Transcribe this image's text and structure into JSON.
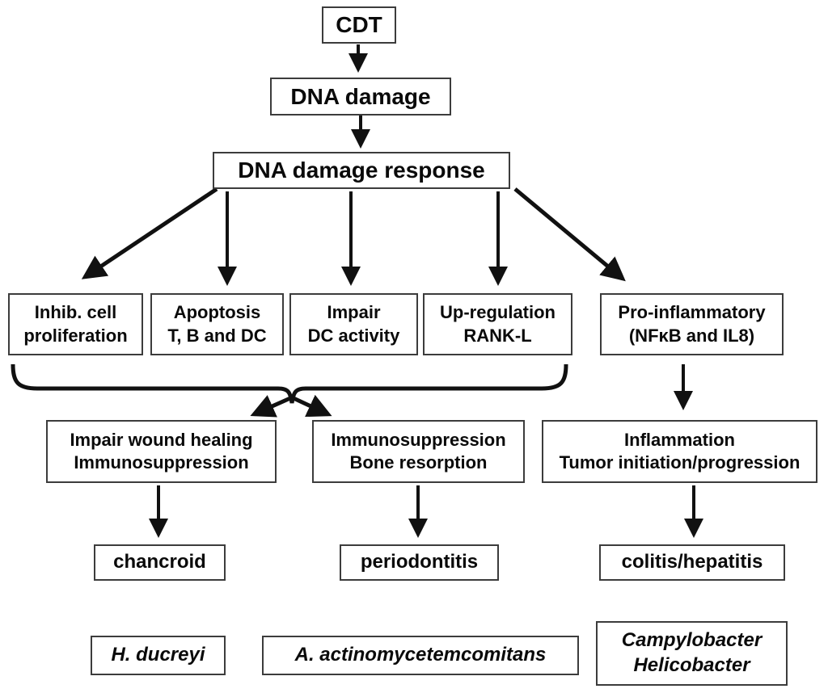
{
  "diagram": {
    "root": {
      "cdt": "CDT",
      "dna_damage": "DNA damage",
      "dna_damage_response": "DNA damage response"
    },
    "effects": {
      "inhib_cell": {
        "line1": "Inhib. cell",
        "line2": "proliferation"
      },
      "apoptosis": {
        "line1": "Apoptosis",
        "line2": "T, B and DC"
      },
      "impair_dc": {
        "line1": "Impair",
        "line2": "DC activity"
      },
      "upregulation": {
        "line1": "Up-regulation",
        "line2": "RANK-L"
      },
      "pro_inflammatory": {
        "line1": "Pro-inflammatory",
        "line2": "(NFκB and IL8)"
      }
    },
    "outcomes": {
      "impair_wound": {
        "line1": "Impair wound healing",
        "line2": "Immunosuppression"
      },
      "immunosuppression": {
        "line1": "Immunosuppression",
        "line2": "Bone resorption"
      },
      "inflammation": {
        "line1": "Inflammation",
        "line2": "Tumor initiation/progression"
      }
    },
    "diseases": {
      "chancroid": "chancroid",
      "periodontitis": "periodontitis",
      "colitis": "colitis/hepatitis"
    },
    "organisms": {
      "h_ducreyi": "H. ducreyi",
      "a_actinomycetemcomitans": "A. actinomycetemcomitans",
      "campylobacter": {
        "line1": "Campylobacter",
        "line2": "Helicobacter"
      }
    },
    "colors": {
      "line": "#111111",
      "box_border": "#3c3c3c",
      "text": "#0a0a0a",
      "background": "#ffffff"
    }
  }
}
